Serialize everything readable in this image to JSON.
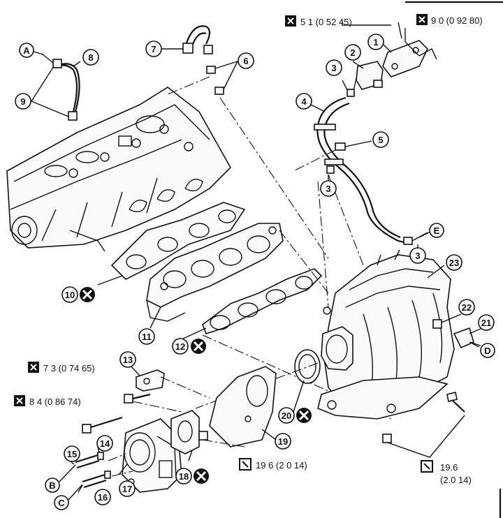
{
  "torque_specs": {
    "t1": "5 1 (0 52 45)",
    "t2": "9 0 (0 92 80)",
    "t3": "7 3 (0 74 65)",
    "t4": "8 4 (0 86 74)",
    "t5": "19 6 (2 0 14)",
    "t6_line1": "19.6",
    "t6_line2": "(2.0 14)"
  },
  "part_numbers": {
    "p1": "1",
    "p2": "2",
    "p3": "3",
    "p4": "4",
    "p5": "5",
    "p6": "6",
    "p7": "7",
    "p8": "8",
    "p9": "9",
    "p10": "10",
    "p11": "11",
    "p12": "12",
    "p13": "13",
    "p14": "14",
    "p15": "15",
    "p16": "16",
    "p17": "17",
    "p18": "18",
    "p19": "19",
    "p20": "20",
    "p21": "21",
    "p22": "22",
    "p23": "23"
  },
  "connection_labels": {
    "A": "A",
    "B": "B",
    "C": "C",
    "D": "D",
    "E": "E"
  },
  "icons": {
    "torque": "wrench-torque-icon",
    "replace": "x-circle-replace-icon"
  }
}
